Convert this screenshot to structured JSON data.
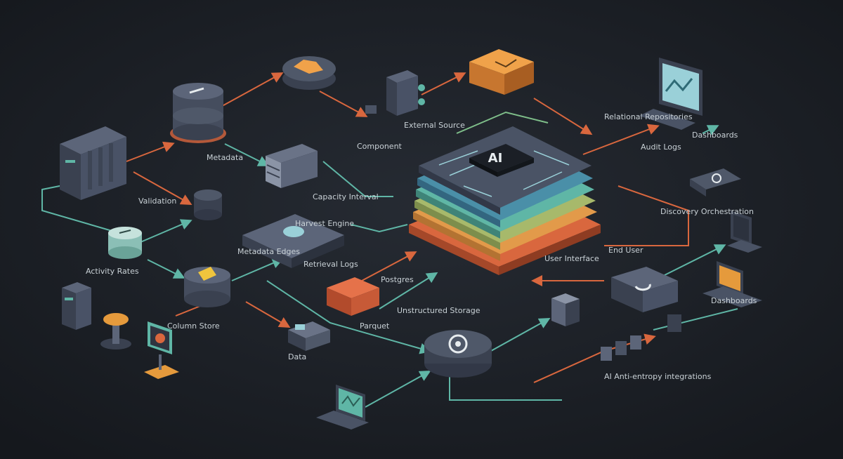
{
  "labels": {
    "metadata": "Metadata",
    "validation": "Validation",
    "activity_rates": "Activity Rates",
    "column_store": "Column Store",
    "data": "Data",
    "component": "Component",
    "external_source": "External Source",
    "capacity_interval": "Capacity Interval",
    "metadata_edges": "Metadata Edges",
    "harvest_engine": "Harvest Engine",
    "retrieval_logs": "Retrieval Logs",
    "unstructured_storage": "Unstructured Storage",
    "postgres": "Postgres",
    "parquet": "Parquet",
    "user_interface": "User Interface",
    "end_user": "End User",
    "relational_repositories": "Relational Repositories",
    "audit_logs": "Audit Logs",
    "dashboards": "Dashboards",
    "discovery_orchestration": "Discovery Orchestration",
    "anti_entropy_integrations": "AI Anti-entropy integrations",
    "ai_stack": "AI",
    "dashboard_panel": "Dashboards"
  },
  "colors": {
    "background": "#1d2127",
    "teal": "#5fb6a6",
    "orange": "#d9673e",
    "green": "#7fbf8a",
    "node": "#4a5365",
    "node_dark": "#323847"
  }
}
